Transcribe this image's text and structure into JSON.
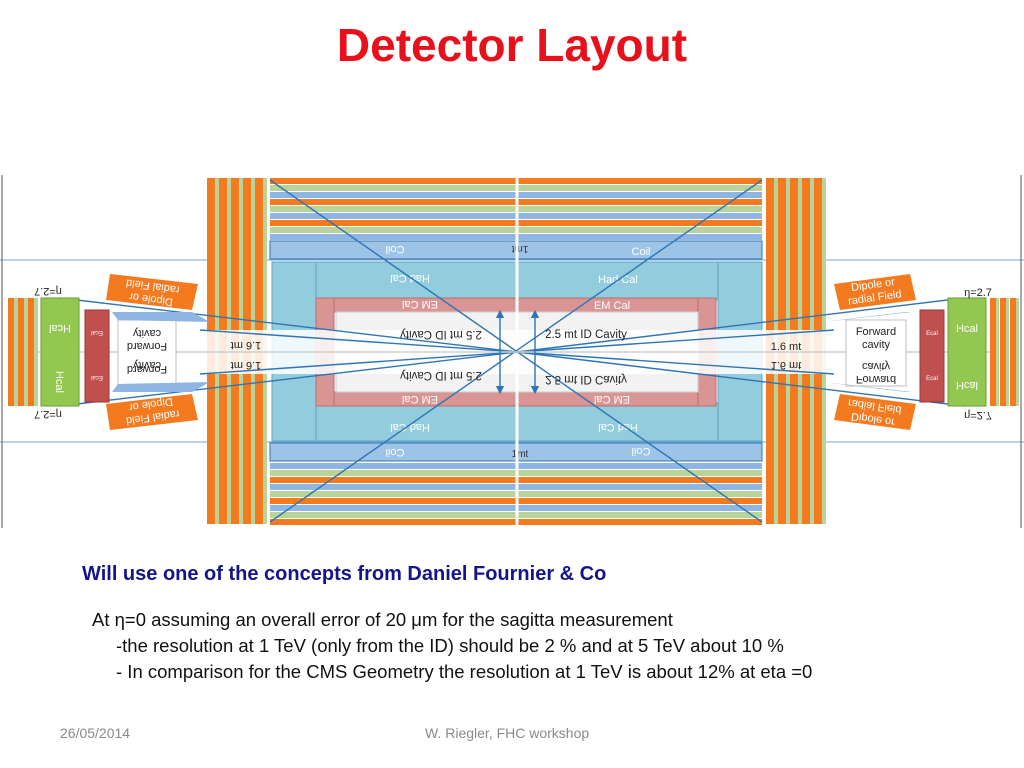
{
  "title": "Detector Layout",
  "diagram": {
    "labels": {
      "coil": "Coil",
      "tmt": "1mt",
      "had_cal": "Had Cal",
      "em_cal": "EM Cal",
      "id_cavity": "2.5 mt  ID Cavity",
      "forward_cavity": [
        "Forward",
        "cavity"
      ],
      "dipole": [
        "Dipole or",
        "radial Field"
      ],
      "hcal": "Hcal",
      "ecal": "Ecal",
      "eta": "η=2.7",
      "length": "1.6 mt"
    },
    "colors": {
      "orange": "#f47a20",
      "stripe_green": "#b9d39a",
      "stripe_blue": "#8fb6e2",
      "cyan": "#93cddd",
      "pink": "#d99494",
      "hcal_green": "#92c850",
      "ecal_red": "#c0504d",
      "line_blue": "#2e75b6"
    }
  },
  "subtitle": "Will use one of the concepts from Daniel Fournier & Co",
  "body_lines": [
    "At η=0 assuming an overall  error of 20 μm for the sagitta measurement",
    "-the resolution at 1 TeV (only from the ID) should be 2 %  and at 5 TeV about 10 %",
    "- In comparison for the CMS Geometry the resolution at 1 TeV is about 12%  at eta =0"
  ],
  "footer": {
    "date": "26/05/2014",
    "author": "W. Riegler, FHC workshop"
  }
}
